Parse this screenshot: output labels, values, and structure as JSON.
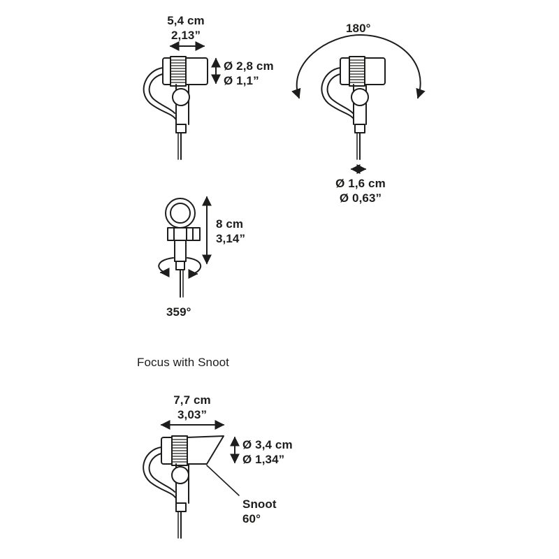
{
  "views": {
    "top_left": {
      "width_cm": "5,4 cm",
      "width_in": "2,13”",
      "diameter_cm": "Ø 2,8 cm",
      "diameter_in": "Ø 1,1”"
    },
    "top_right": {
      "rotation": "180°",
      "stem_cm": "Ø 1,6 cm",
      "stem_in": "Ø 0,63”"
    },
    "middle": {
      "height_cm": "8 cm",
      "height_in": "3,14”",
      "rotation": "359°"
    },
    "snoot_section": {
      "heading": "Focus with Snoot",
      "width_cm": "7,7 cm",
      "width_in": "3,03”",
      "diameter_cm": "Ø 3,4 cm",
      "diameter_in": "Ø 1,34”",
      "snoot_label": "Snoot",
      "snoot_angle": "60°"
    }
  },
  "colors": {
    "stroke": "#1d1d1b",
    "background": "#ffffff"
  }
}
